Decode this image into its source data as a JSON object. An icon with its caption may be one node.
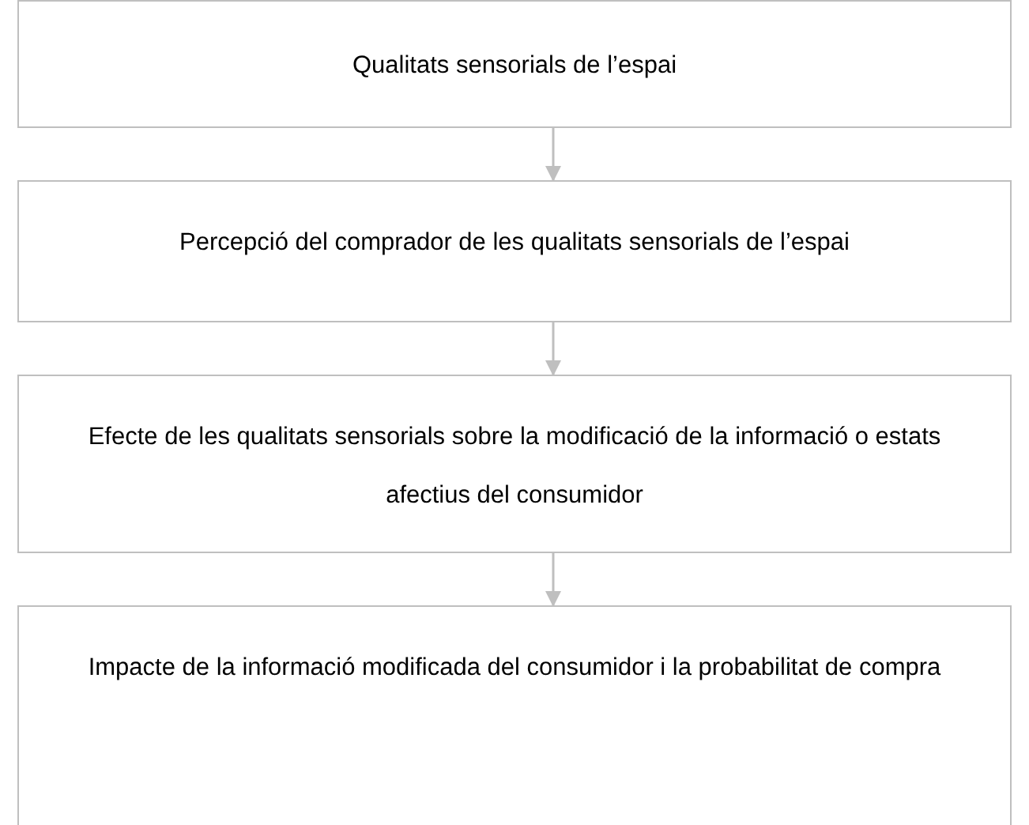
{
  "diagram": {
    "nodes": [
      {
        "text": [
          "Qualitats sensorials de l’espai"
        ]
      },
      {
        "text": [
          "Percepció del comprador de les qualitats sensorials de l’espai"
        ]
      },
      {
        "text": [
          "Efecte de les qualitats sensorials sobre la modificació de la informació o estats afectius del consumidor"
        ]
      },
      {
        "text": [
          "Impacte de la informació modificada del consumidor i la probabilitat de compra"
        ]
      }
    ],
    "edges": [
      {
        "from": 0,
        "to": 1,
        "arrow": "to"
      },
      {
        "from": 1,
        "to": 2,
        "arrow": "to"
      },
      {
        "from": 2,
        "to": 3,
        "arrow": "to"
      }
    ]
  }
}
